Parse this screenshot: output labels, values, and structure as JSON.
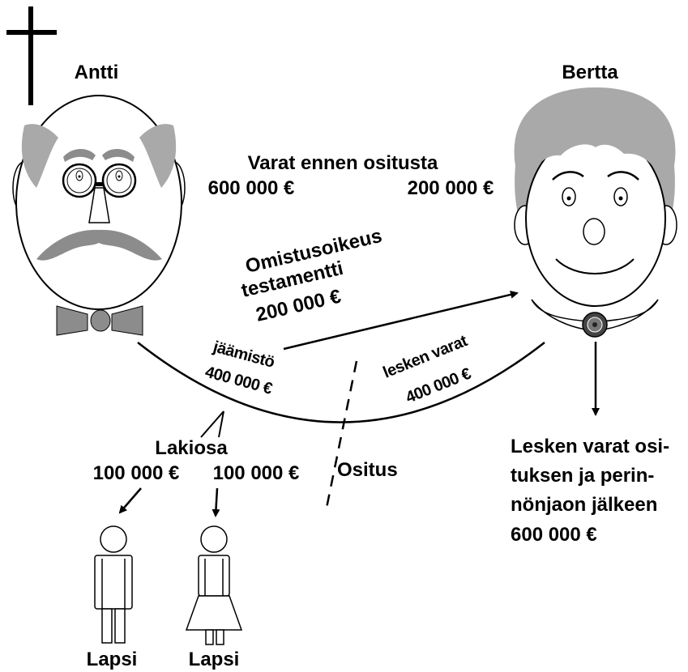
{
  "people": {
    "deceased": "Antti",
    "spouse": "Bertta"
  },
  "assets_before": {
    "title": "Varat ennen ositusta",
    "antti_amount": "600 000 €",
    "bertta_amount": "200 000 €"
  },
  "will": {
    "line1": "Omistusoikeus",
    "line2": "testamentti",
    "amount": "200 000  €"
  },
  "estate": {
    "label": "jäämistö",
    "amount": "400 000 €"
  },
  "widow_assets": {
    "label": "lesken varat",
    "amount": "400 000 €"
  },
  "partition_label": "Ositus",
  "forced_share": {
    "label": "Lakiosa",
    "amount_child1": "100 000 €",
    "amount_child2": "100 000 €"
  },
  "children": {
    "child1": "Lapsi",
    "child2": "Lapsi"
  },
  "result": {
    "line1": "Lesken varat osi-",
    "line2": "tuksen ja perin-",
    "line3": "nönjaon jälkeen",
    "line4": "600 000 €"
  },
  "colors": {
    "face_fill": "#ffffff",
    "hair_gray": "#a9a9a9",
    "mustache_gray": "#8c8c8c",
    "outline": "#000000"
  }
}
